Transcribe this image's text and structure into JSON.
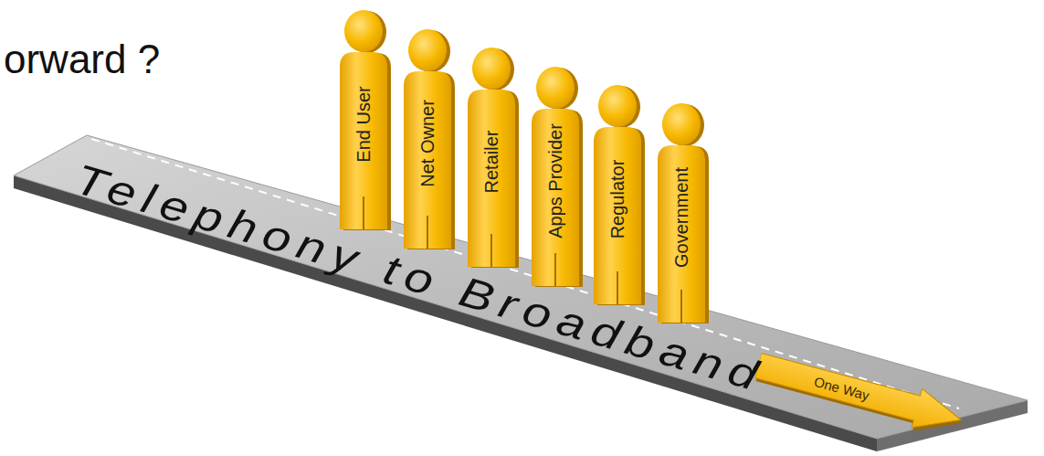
{
  "diagram": {
    "title": "orward ?",
    "nodes": [
      {
        "text": [
          "Telephony to Broadband"
        ]
      },
      {
        "text": [
          "End User"
        ]
      },
      {
        "text": [
          "Net Owner"
        ]
      },
      {
        "text": [
          "Retailer"
        ]
      },
      {
        "text": [
          "Apps Provider"
        ]
      },
      {
        "text": [
          "Regulator"
        ]
      },
      {
        "text": [
          "Government"
        ]
      },
      {
        "text": [
          "One Way"
        ],
        "in": 0
      }
    ]
  }
}
